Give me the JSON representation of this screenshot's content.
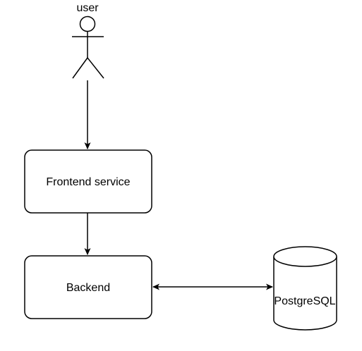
{
  "diagram": {
    "actor": {
      "label": "user",
      "icon": "stick-figure-icon"
    },
    "nodes": {
      "frontend": {
        "label": "Frontend service",
        "shape": "rounded-rectangle"
      },
      "backend": {
        "label": "Backend",
        "shape": "rounded-rectangle"
      },
      "database": {
        "label": "PostgreSQL",
        "shape": "cylinder"
      }
    },
    "edges": [
      {
        "from": "user",
        "to": "Frontend service",
        "direction": "forward"
      },
      {
        "from": "Frontend service",
        "to": "Backend",
        "direction": "forward"
      },
      {
        "from": "Backend",
        "to": "PostgreSQL",
        "direction": "bidirectional"
      }
    ],
    "colors": {
      "stroke": "#000000",
      "fill": "#ffffff",
      "text": "#000000"
    }
  }
}
